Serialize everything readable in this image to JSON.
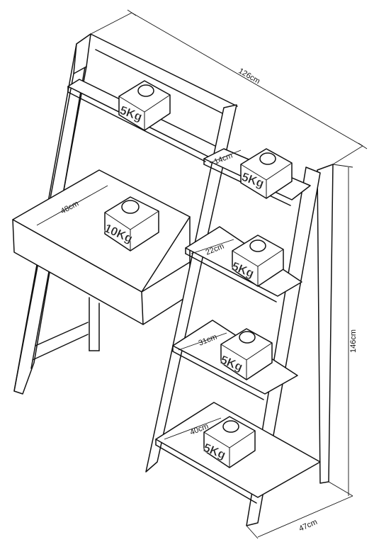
{
  "dimensions": {
    "width": "126cm",
    "height": "146cm",
    "depth": "47cm"
  },
  "inner_widths": {
    "desk": "48cm",
    "shelf_1": "14cm",
    "shelf_2": "22cm",
    "shelf_3": "31cm",
    "shelf_4": "40cm"
  },
  "weights": {
    "top_shelf": "5Kg",
    "shelf_1": "5Kg",
    "desk": "10Kg",
    "shelf_2": "5Kg",
    "shelf_3": "5Kg",
    "shelf_4": "5Kg"
  }
}
